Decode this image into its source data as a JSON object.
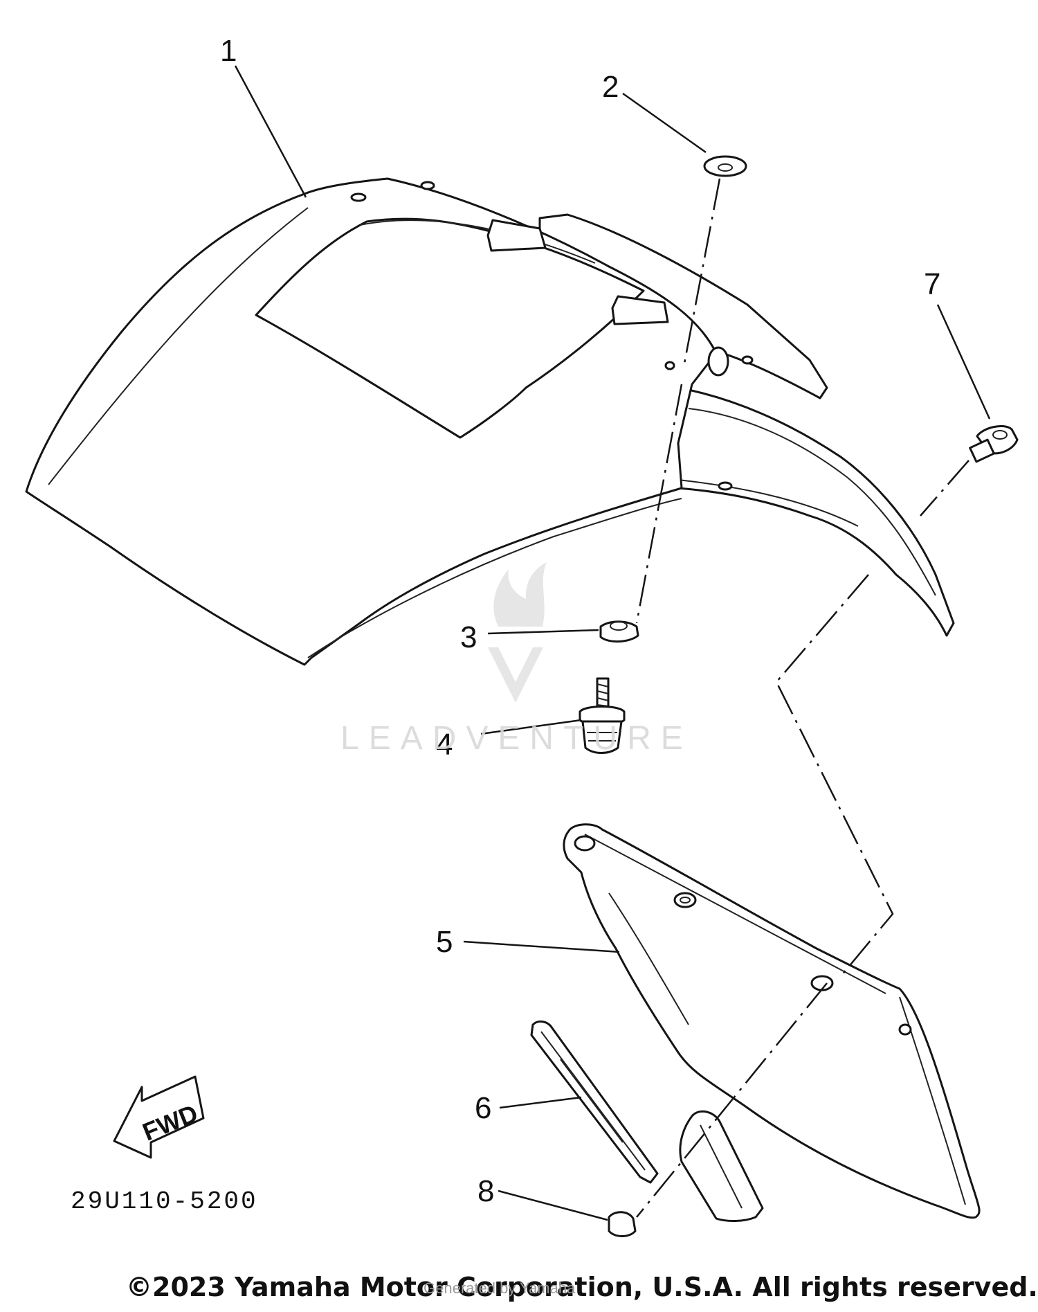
{
  "parts": [
    {
      "number": "1"
    },
    {
      "number": "2"
    },
    {
      "number": "3"
    },
    {
      "number": "4"
    },
    {
      "number": "5"
    },
    {
      "number": "6"
    },
    {
      "number": "7"
    },
    {
      "number": "8"
    }
  ],
  "direction_arrow": {
    "label": "FWD"
  },
  "diagram_code": "29U110-5200",
  "copyright": "©2023 Yamaha Motor Corporation, U.S.A. All rights reserved.",
  "copyright_overlay": "Generated by Yamaha",
  "watermark": {
    "text": "LEADVENTURE",
    "icon": "flame-v-logo-icon"
  }
}
